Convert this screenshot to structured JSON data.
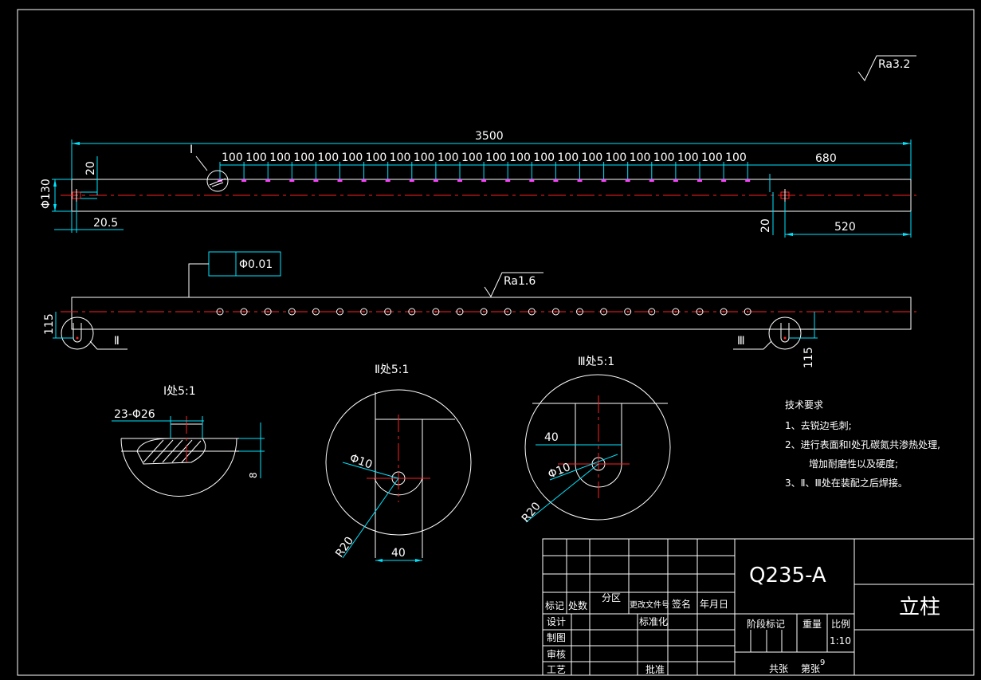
{
  "drawing": {
    "roughness_main": "Ra3.2",
    "roughness_surface": "Ra1.6",
    "tolerance_value": "Φ0.01",
    "top_view": {
      "overall_length": "3500",
      "end_length": "680",
      "pitch_label": "100",
      "pitch_count": 22,
      "diameter": "Φ130",
      "left_offset": "20.5",
      "left_hole": "20",
      "right_hole": "20",
      "right_length": "520",
      "detail_marker": "I"
    },
    "front_view": {
      "hole_count": 23,
      "left_height": "115",
      "right_height": "115",
      "left_marker": "Ⅱ",
      "right_marker": "Ⅲ"
    },
    "detail_1": {
      "title": "I处5:1",
      "callout": "23-Φ26",
      "depth": "8"
    },
    "detail_2": {
      "title": "Ⅱ处5:1",
      "hole": "Φ10",
      "radius": "R20",
      "width": "40"
    },
    "detail_3": {
      "title": "Ⅲ处5:1",
      "width": "40",
      "hole": "Φ10",
      "radius": "R20"
    }
  },
  "tech_requirements": {
    "title": "技术要求",
    "lines": [
      "1、去锐边毛刺;",
      "2、进行表面和I处孔碳氮共渗热处理,",
      "增加耐磨性以及硬度;",
      "3、Ⅱ、Ⅲ处在装配之后焊接。"
    ]
  },
  "title_block": {
    "material": "Q235-A",
    "part_name": "立柱",
    "header": [
      "标记",
      "处数",
      "分区",
      "更改文件号",
      "签名",
      "年月日"
    ],
    "roles": [
      "设计",
      "制图",
      "审核",
      "工艺"
    ],
    "standardization": "标准化",
    "approve": "批准",
    "stage_mark": "阶段标记",
    "weight": "重量",
    "scale_label": "比例",
    "scale": "1:10",
    "total_sheets": "共张",
    "sheet_no": "第张",
    "sheet_sup": "9"
  }
}
